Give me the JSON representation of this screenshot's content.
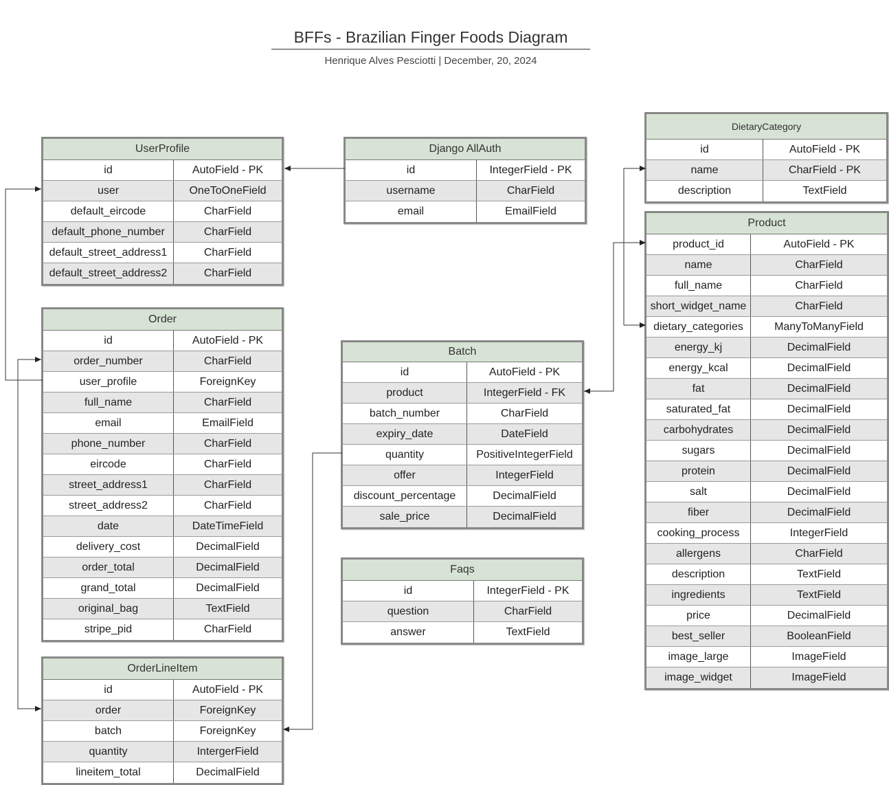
{
  "title": "BFFs - Brazilian Finger Foods Diagram",
  "subtitle": "Henrique Alves Pesciotti | December, 20, 2024",
  "colors": {
    "header_bg": "#d7e3d4",
    "alt_row": "#e6e6e6",
    "border": "#888888"
  },
  "tables": {
    "userprofile": {
      "title": "UserProfile",
      "rows": [
        [
          "id",
          "AutoField - PK"
        ],
        [
          "user",
          "OneToOneField"
        ],
        [
          "default_eircode",
          "CharField"
        ],
        [
          "default_phone_number",
          "CharField"
        ],
        [
          "default_street_address1",
          "CharField"
        ],
        [
          "default_street_address2",
          "CharField"
        ]
      ]
    },
    "allauth": {
      "title": "Django AllAuth",
      "rows": [
        [
          "id",
          "IntegerField - PK"
        ],
        [
          "username",
          "CharField"
        ],
        [
          "email",
          "EmailField"
        ]
      ]
    },
    "dietary": {
      "title": "DietaryCategory",
      "rows": [
        [
          "id",
          "AutoField - PK"
        ],
        [
          "name",
          "CharField - PK"
        ],
        [
          "description",
          "TextField"
        ]
      ]
    },
    "product": {
      "title": "Product",
      "rows": [
        [
          "product_id",
          "AutoField - PK"
        ],
        [
          "name",
          "CharField"
        ],
        [
          "full_name",
          "CharField"
        ],
        [
          "short_widget_name",
          "CharField"
        ],
        [
          "dietary_categories",
          "ManyToManyField"
        ],
        [
          "energy_kj",
          "DecimalField"
        ],
        [
          "energy_kcal",
          "DecimalField"
        ],
        [
          "fat",
          "DecimalField"
        ],
        [
          "saturated_fat",
          "DecimalField"
        ],
        [
          "carbohydrates",
          "DecimalField"
        ],
        [
          "sugars",
          "DecimalField"
        ],
        [
          "protein",
          "DecimalField"
        ],
        [
          "salt",
          "DecimalField"
        ],
        [
          "fiber",
          "DecimalField"
        ],
        [
          "cooking_process",
          "IntegerField"
        ],
        [
          "allergens",
          "CharField"
        ],
        [
          "description",
          "TextField"
        ],
        [
          "ingredients",
          "TextField"
        ],
        [
          "price",
          "DecimalField"
        ],
        [
          "best_seller",
          "BooleanField"
        ],
        [
          "image_large",
          "ImageField"
        ],
        [
          "image_widget",
          "ImageField"
        ]
      ]
    },
    "order": {
      "title": "Order",
      "rows": [
        [
          "id",
          "AutoField - PK"
        ],
        [
          "order_number",
          "CharField"
        ],
        [
          "user_profile",
          "ForeignKey"
        ],
        [
          "full_name",
          "CharField"
        ],
        [
          "email",
          "EmailField"
        ],
        [
          "phone_number",
          "CharField"
        ],
        [
          "eircode",
          "CharField"
        ],
        [
          "street_address1",
          "CharField"
        ],
        [
          "street_address2",
          "CharField"
        ],
        [
          "date",
          "DateTimeField"
        ],
        [
          "delivery_cost",
          "DecimalField"
        ],
        [
          "order_total",
          "DecimalField"
        ],
        [
          "grand_total",
          "DecimalField"
        ],
        [
          "original_bag",
          "TextField"
        ],
        [
          "stripe_pid",
          "CharField"
        ]
      ]
    },
    "batch": {
      "title": "Batch",
      "rows": [
        [
          "id",
          "AutoField - PK"
        ],
        [
          "product",
          "IntegerField - FK"
        ],
        [
          "batch_number",
          "CharField"
        ],
        [
          "expiry_date",
          "DateField"
        ],
        [
          "quantity",
          "PositiveIntegerField"
        ],
        [
          "offer",
          "IntegerField"
        ],
        [
          "discount_percentage",
          "DecimalField"
        ],
        [
          "sale_price",
          "DecimalField"
        ]
      ]
    },
    "faqs": {
      "title": "Faqs",
      "rows": [
        [
          "id",
          "IntegerField - PK"
        ],
        [
          "question",
          "CharField"
        ],
        [
          "answer",
          "TextField"
        ]
      ]
    },
    "orderlineitem": {
      "title": "OrderLineItem",
      "rows": [
        [
          "id",
          "AutoField - PK"
        ],
        [
          "order",
          "ForeignKey"
        ],
        [
          "batch",
          "ForeignKey"
        ],
        [
          "quantity",
          "IntergerField"
        ],
        [
          "lineitem_total",
          "DecimalField"
        ]
      ]
    }
  }
}
